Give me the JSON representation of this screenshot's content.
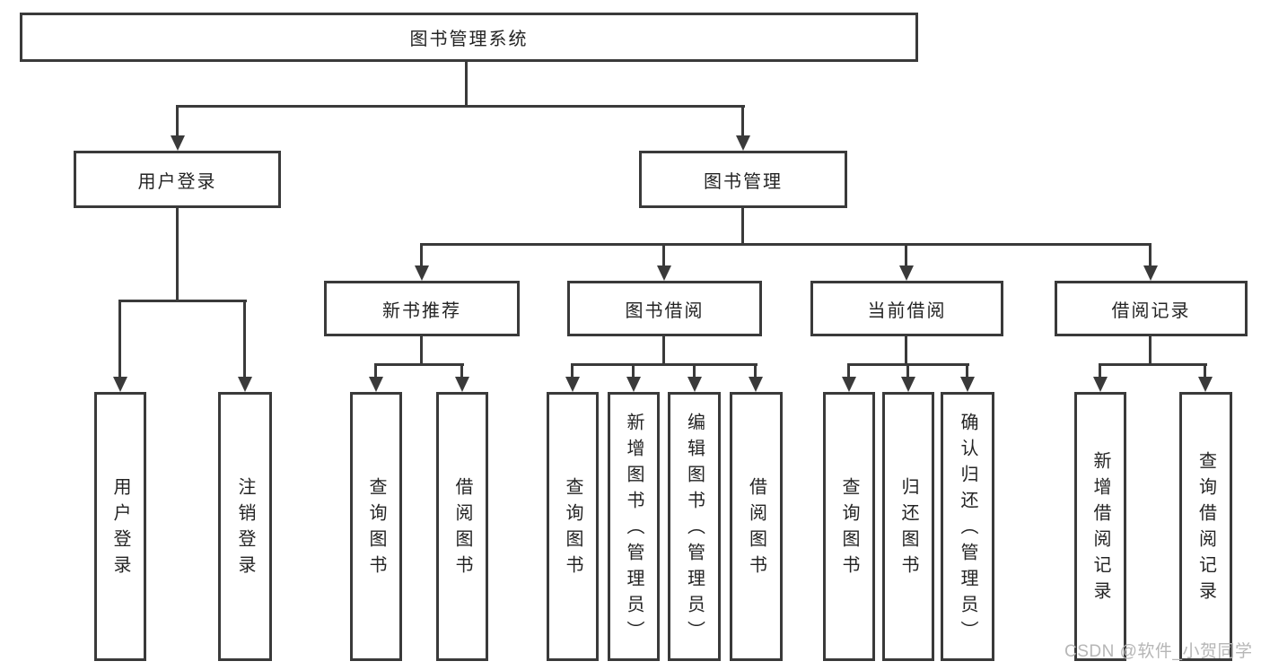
{
  "watermark": "CSDN @软件_小贺同学",
  "colors": {
    "line": "#3a3a3a",
    "box_border": "#3a3a3a",
    "box_background": "#ffffff",
    "text": "#242424",
    "watermark": "#b6b6b6",
    "page_background": "#ffffff"
  },
  "tree": {
    "label": "图书管理系统",
    "children": [
      {
        "label": "用户登录",
        "children": [
          {
            "label": "用户登录"
          },
          {
            "label": "注销登录"
          }
        ]
      },
      {
        "label": "图书管理",
        "children": [
          {
            "label": "新书推荐",
            "children": [
              {
                "label": "查询图书"
              },
              {
                "label": "借阅图书"
              }
            ]
          },
          {
            "label": "图书借阅",
            "children": [
              {
                "label": "查询图书"
              },
              {
                "label": "新增图书（管理员）"
              },
              {
                "label": "编辑图书（管理员）"
              },
              {
                "label": "借阅图书"
              }
            ]
          },
          {
            "label": "当前借阅",
            "children": [
              {
                "label": "查询图书"
              },
              {
                "label": "归还图书"
              },
              {
                "label": "确认归还（管理员）"
              }
            ]
          },
          {
            "label": "借阅记录",
            "children": [
              {
                "label": "新增借阅记录"
              },
              {
                "label": "查询借阅记录"
              }
            ]
          }
        ]
      }
    ]
  }
}
